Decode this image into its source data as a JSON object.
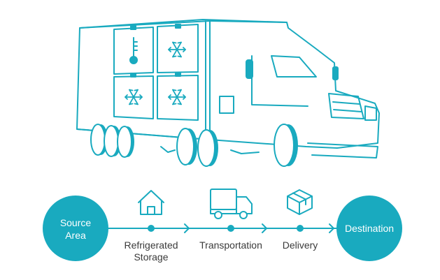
{
  "colors": {
    "accent": "#19aabf",
    "text": "#3a3a3a",
    "circle_text": "#ffffff"
  },
  "truck": {
    "compartments": [
      {
        "icon": "thermometer-icon"
      },
      {
        "icon": "snowflake-icon"
      },
      {
        "icon": "snowflake-icon"
      },
      {
        "icon": "snowflake-icon"
      }
    ]
  },
  "flow": {
    "start": {
      "label": "Source\nArea"
    },
    "end": {
      "label": "Destination"
    },
    "stages": [
      {
        "label": "Refrigerated\nStorage",
        "icon": "house-icon"
      },
      {
        "label": "Transportation",
        "icon": "delivery-truck-icon"
      },
      {
        "label": "Delivery",
        "icon": "package-box-icon"
      }
    ]
  }
}
